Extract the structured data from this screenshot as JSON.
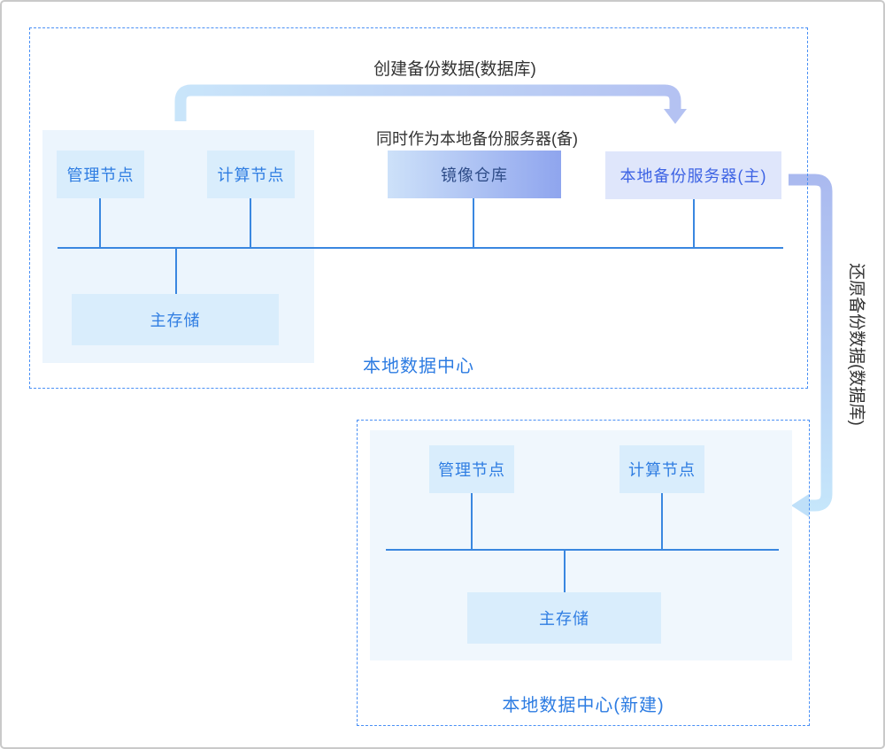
{
  "colors": {
    "frame-border": "#c9c9c9",
    "dash-border": "#4a90f5",
    "connector": "#3a87e0",
    "panel-top": "#ecf5fd",
    "panel-bottom": "#f0f7fd",
    "node-fill": "#d9edfc",
    "node-text": "#2f7de2",
    "backup-fill": "#dfe6fb",
    "backup-text": "#3d63e4",
    "mirror-grad-start": "#cde1f9",
    "mirror-grad-end": "#8fa5ee",
    "mirror-text": "#2e4c88",
    "dark-text": "#333333",
    "dc-label": "#2d7ce2",
    "arrow-top-start": "#c9e5fa",
    "arrow-top-end": "#b4c2f2",
    "arrow-right-start": "#aab9ef",
    "arrow-right-end": "#c6e7fb"
  },
  "annotations": {
    "create_backup": "创建备份数据(数据库)",
    "dual_role_note": "同时作为本地备份服务器(备)",
    "restore_backup": "还原备份数据(数据库)"
  },
  "dc_local": {
    "label": "本地数据中心",
    "nodes": {
      "mgmt": "管理节点",
      "compute": "计算节点",
      "mirror_repo": "镜像仓库",
      "backup_primary": "本地备份服务器(主)",
      "storage": "主存储"
    }
  },
  "dc_new": {
    "label": "本地数据中心(新建)",
    "nodes": {
      "mgmt": "管理节点",
      "compute": "计算节点",
      "storage": "主存储"
    }
  }
}
